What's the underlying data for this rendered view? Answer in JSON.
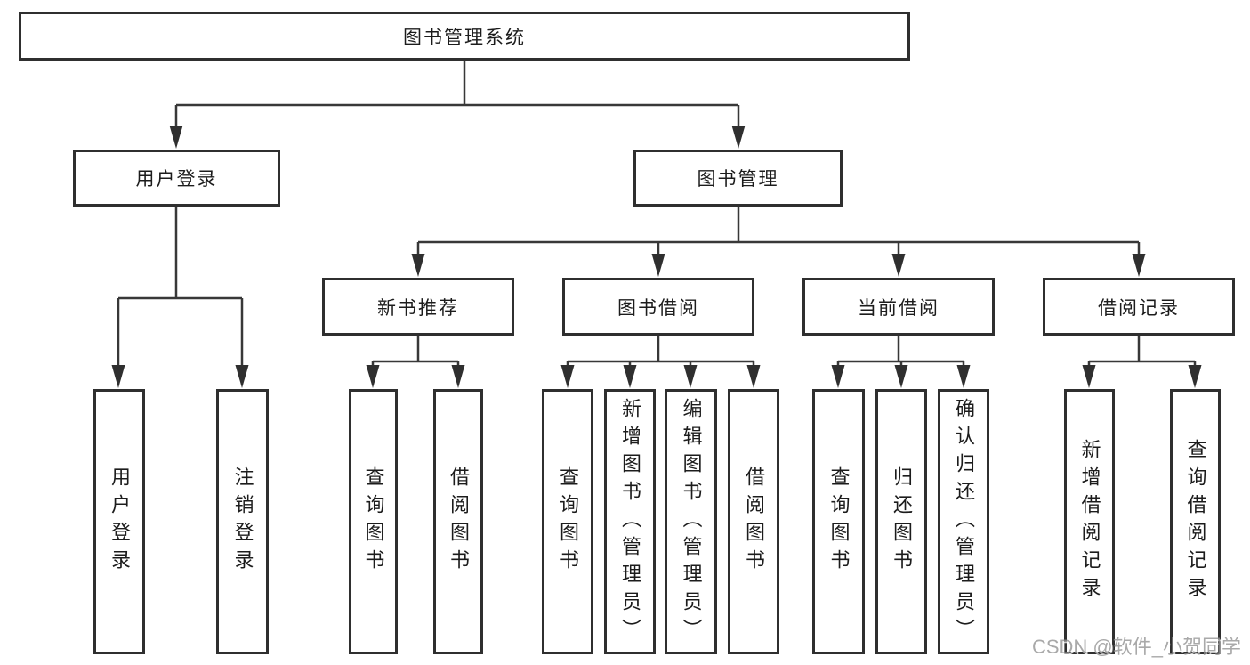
{
  "tree": {
    "label": "图书管理系统",
    "children": [
      {
        "label": "用户登录",
        "children": [
          {
            "label": "用户登录"
          },
          {
            "label": "注销登录"
          }
        ]
      },
      {
        "label": "图书管理",
        "children": [
          {
            "label": "新书推荐",
            "children": [
              {
                "label": "查询图书"
              },
              {
                "label": "借阅图书"
              }
            ]
          },
          {
            "label": "图书借阅",
            "children": [
              {
                "label": "查询图书"
              },
              {
                "label": "新增图书（管理员）"
              },
              {
                "label": "编辑图书（管理员）"
              },
              {
                "label": "借阅图书"
              }
            ]
          },
          {
            "label": "当前借阅",
            "children": [
              {
                "label": "查询图书"
              },
              {
                "label": "归还图书"
              },
              {
                "label": "确认归还（管理员）"
              }
            ]
          },
          {
            "label": "借阅记录",
            "children": [
              {
                "label": "新增借阅记录"
              },
              {
                "label": "查询借阅记录"
              }
            ]
          }
        ]
      }
    ]
  },
  "watermark": {
    "text": "CSDN @软件_小贺同学"
  },
  "colors": {
    "line": "#383838",
    "box_border": "#2f2f2f",
    "text": "#1c1c1c",
    "background": "#ffffff",
    "watermark": "#919191"
  }
}
